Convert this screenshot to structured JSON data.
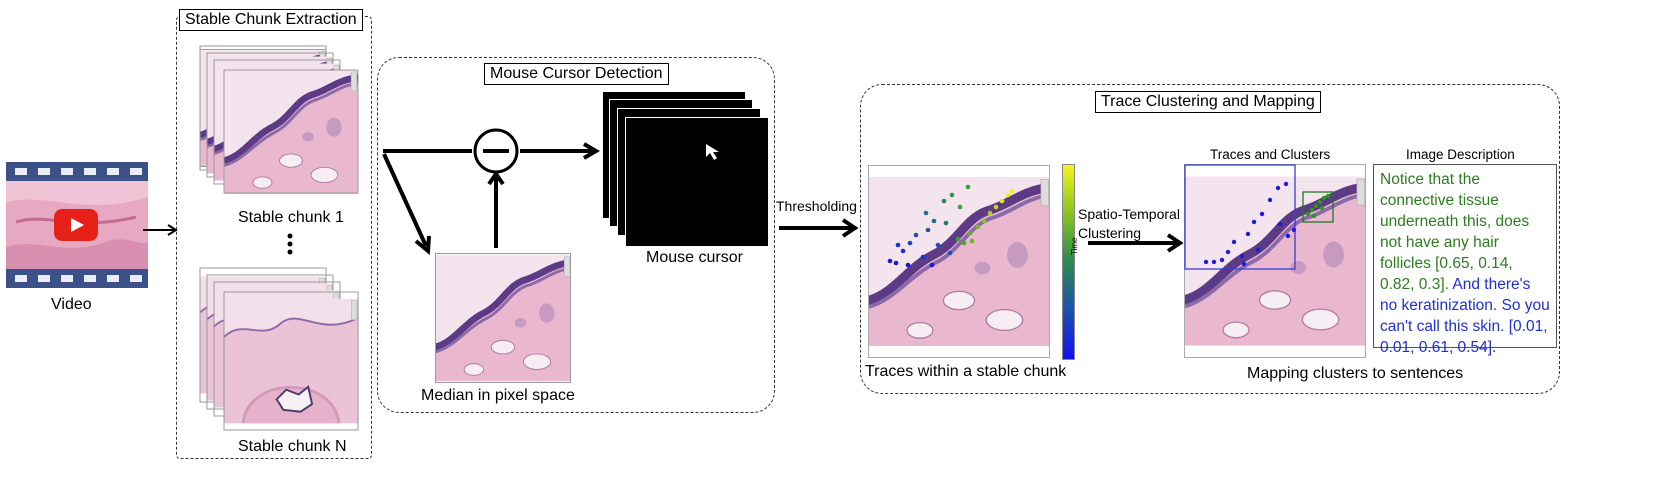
{
  "video": {
    "label": "Video"
  },
  "stage1": {
    "title": "Stable Chunk Extraction",
    "chunk1": "Stable chunk 1",
    "chunkN": "Stable chunk N"
  },
  "stage2": {
    "title": "Mouse Cursor Detection",
    "median": "Median in pixel space",
    "cursor": "Mouse cursor"
  },
  "arrow_thresholding": "Thresholding",
  "stage3": {
    "title": "Trace Clustering and Mapping",
    "traces": "Traces within a stable chunk",
    "colorbar_label": "Time",
    "clustering": "Spatio-Temporal\nClustering",
    "traces_clusters": "Traces and Clusters",
    "image_description": "Image Description",
    "mapping": "Mapping clusters to sentences",
    "sentence1": "Notice that the connective tissue underneath this, does not have any hair follicles [0.65, 0.14, 0.82, 0.3].",
    "sentence2": "And there's no keratinization. So you can't call this skin. [0.01, 0.01, 0.61, 0.54]."
  },
  "colors": {
    "youtube_red": "#e62117",
    "film_blue": "#3c5187",
    "sentence1": "#2d7d1e",
    "sentence2": "#1f2fd6",
    "tissue_purple": "#6e4a8e"
  },
  "icons": {
    "play": "youtube-play-icon",
    "minus": "subtract-operator-icon",
    "cursor": "mouse-cursor-icon"
  }
}
